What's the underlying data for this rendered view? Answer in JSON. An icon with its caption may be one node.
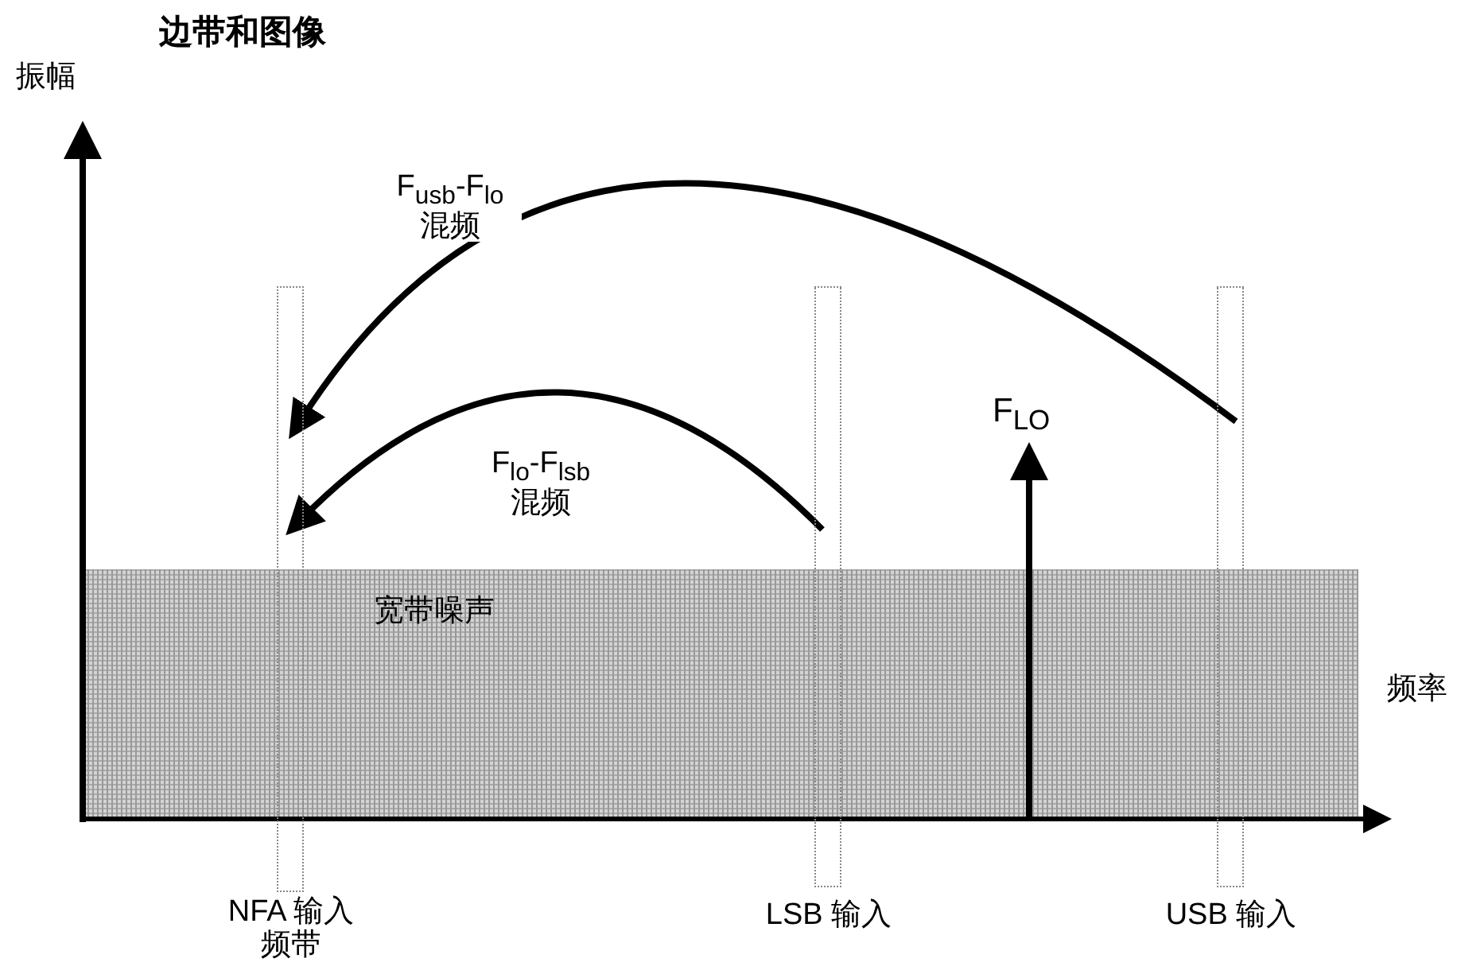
{
  "diagram": {
    "title": "边带和图像",
    "nodes": [
      {
        "text": [
          "NFA 输入频带"
        ]
      },
      {
        "text": [
          "LSB 输入"
        ]
      },
      {
        "text": [
          "USB 输入"
        ]
      },
      {
        "text": [
          "宽带噪声"
        ]
      },
      {
        "text": [
          "F$_{LO}$"
        ]
      }
    ],
    "edges": [
      {
        "from": 2,
        "to": 0,
        "arrow": "to",
        "label": "F$_{usb}$-F$_{lo}$ 混频"
      },
      {
        "from": 1,
        "to": 0,
        "arrow": "to",
        "label": "F$_{lo}$-F$_{lsb}$ 混频"
      },
      {
        "from": 3,
        "to": 4,
        "arrow": "to"
      }
    ],
    "labels": [
      "振幅",
      "频率"
    ]
  }
}
